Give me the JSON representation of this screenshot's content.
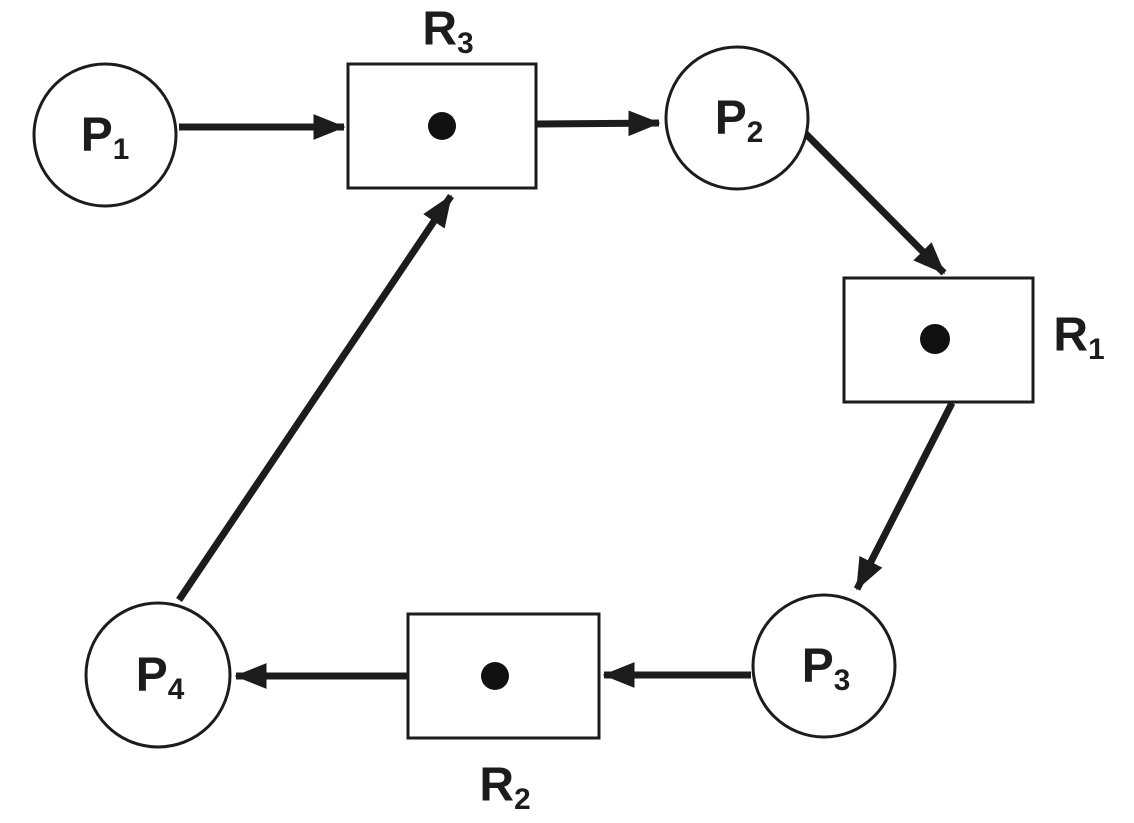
{
  "diagram": {
    "description": "Cycle of four process circles and three resource rectangles, each resource holding one token dot",
    "background_color": "#ffffff",
    "stroke_color": "#1c1c1c",
    "nodes": [
      {
        "id": "P1",
        "label_base": "P",
        "label_sub": "1",
        "type": "process",
        "shape": "circle"
      },
      {
        "id": "P2",
        "label_base": "P",
        "label_sub": "2",
        "type": "process",
        "shape": "circle"
      },
      {
        "id": "P3",
        "label_base": "P",
        "label_sub": "3",
        "type": "process",
        "shape": "circle"
      },
      {
        "id": "P4",
        "label_base": "P",
        "label_sub": "4",
        "type": "process",
        "shape": "circle"
      },
      {
        "id": "R1",
        "label_base": "R",
        "label_sub": "1",
        "type": "resource",
        "shape": "rectangle",
        "tokens": 1,
        "label_position": "right"
      },
      {
        "id": "R2",
        "label_base": "R",
        "label_sub": "2",
        "type": "resource",
        "shape": "rectangle",
        "tokens": 1,
        "label_position": "below"
      },
      {
        "id": "R3",
        "label_base": "R",
        "label_sub": "3",
        "type": "resource",
        "shape": "rectangle",
        "tokens": 1,
        "label_position": "above"
      }
    ],
    "edges": [
      {
        "from": "P1",
        "to": "R3"
      },
      {
        "from": "R3",
        "to": "P2"
      },
      {
        "from": "P2",
        "to": "R1"
      },
      {
        "from": "R1",
        "to": "P3"
      },
      {
        "from": "P3",
        "to": "R2"
      },
      {
        "from": "R2",
        "to": "P4"
      },
      {
        "from": "P4",
        "to": "R3"
      }
    ]
  }
}
